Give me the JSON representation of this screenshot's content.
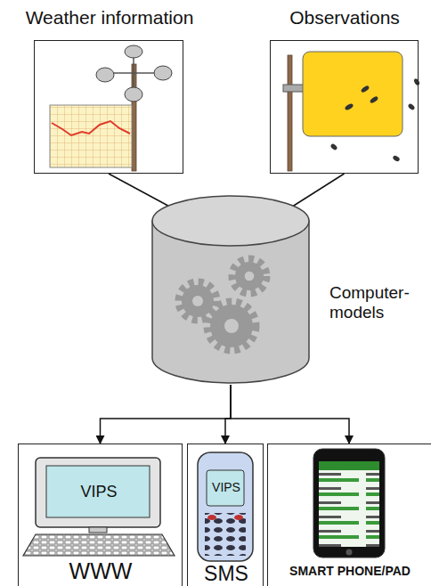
{
  "diagram": {
    "nodes": [
      {
        "text": [
          "Weather information"
        ]
      },
      {
        "text": [
          "Observations"
        ]
      },
      {
        "text": [
          "Computer- models"
        ]
      },
      {
        "text": [
          "VIPS",
          "WWW"
        ]
      },
      {
        "text": [
          "VIPS",
          "SMS"
        ]
      },
      {
        "text": [
          "SMART PHONE/PAD"
        ]
      }
    ],
    "edges": [
      {
        "from": 0,
        "to": 2,
        "arrow": "to"
      },
      {
        "from": 1,
        "to": 2,
        "arrow": "to"
      },
      {
        "from": 2,
        "to": 3,
        "arrow": "to"
      },
      {
        "from": 2,
        "to": 4,
        "arrow": "to"
      },
      {
        "from": 2,
        "to": 5,
        "arrow": "to"
      }
    ]
  }
}
